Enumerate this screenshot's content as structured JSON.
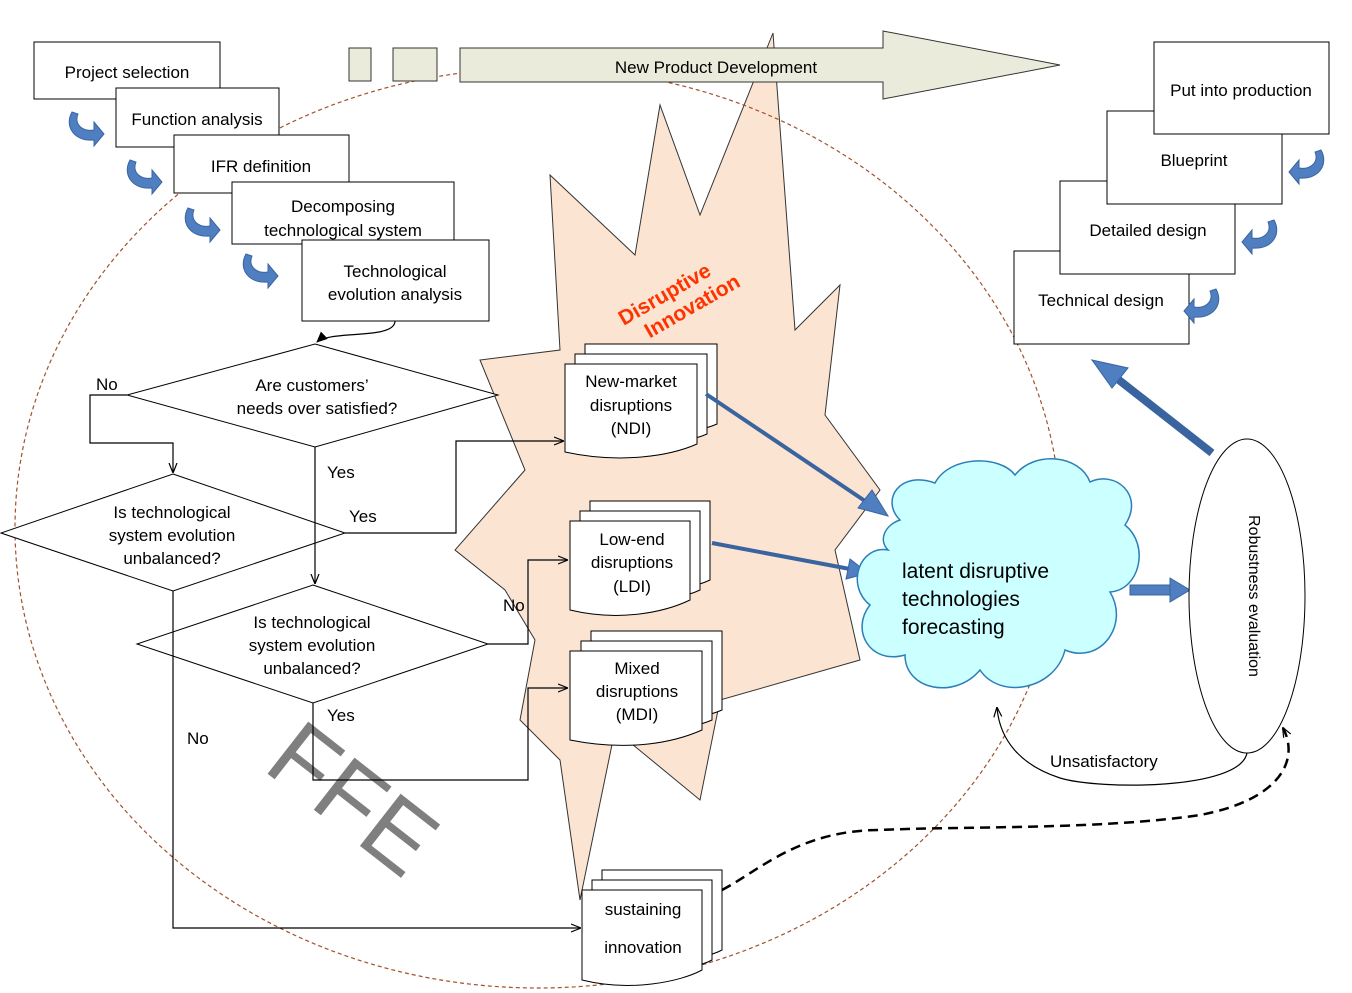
{
  "header": {
    "npd_label": "New Product Development"
  },
  "left_steps": [
    {
      "id": "project",
      "lines": [
        "Project selection"
      ]
    },
    {
      "id": "function",
      "lines": [
        "Function analysis"
      ]
    },
    {
      "id": "ifr",
      "lines": [
        "IFR definition"
      ]
    },
    {
      "id": "decomp",
      "lines": [
        "Decomposing",
        "technological system"
      ]
    },
    {
      "id": "evolution",
      "lines": [
        "Technological",
        "evolution analysis"
      ]
    }
  ],
  "right_steps": [
    {
      "id": "production",
      "lines": [
        "Put into production"
      ]
    },
    {
      "id": "blueprint",
      "lines": [
        "Blueprint"
      ]
    },
    {
      "id": "detailed",
      "lines": [
        "Detailed design"
      ]
    },
    {
      "id": "technical",
      "lines": [
        "Technical design"
      ]
    }
  ],
  "decisions": {
    "d1": [
      "Are customers’",
      "needs over satisfied?"
    ],
    "d2": [
      "Is technological",
      "system evolution",
      "unbalanced?"
    ],
    "d3": [
      "Is technological",
      "system evolution",
      "unbalanced?"
    ]
  },
  "flow_labels": {
    "d1_no": "No",
    "d1_yes": "Yes",
    "d2_yes": "Yes",
    "d2_no": "No",
    "d3_no": "No",
    "d3_yes": "Yes",
    "unsatisfactory": "Unsatisfactory"
  },
  "disruptive_label": [
    "Disruptive",
    "Innovation"
  ],
  "documents": {
    "ndi": [
      "New-market",
      "disruptions",
      "(NDI)"
    ],
    "ldi": [
      "Low-end",
      "disruptions",
      "(LDI)"
    ],
    "mdi": [
      "Mixed",
      "disruptions",
      "(MDI)"
    ],
    "sustaining": [
      "sustaining",
      "innovation"
    ]
  },
  "cloud_label": [
    "latent disruptive",
    "technologies",
    "forecasting"
  ],
  "robustness_label": "Robustness evaluation",
  "ffe_label": "FFE",
  "colors": {
    "burst_fill": "#fce4d2",
    "cloud_fill": "#ccffff",
    "cloud_stroke": "#2b7fb8",
    "blue_arrow": "#4f7fc0",
    "ffe_circle": "#a0522d",
    "disruptive_text": "#ff3300",
    "npd_arrow_fill": "#ebebdc",
    "ffe_text": "#7f7f7f"
  }
}
